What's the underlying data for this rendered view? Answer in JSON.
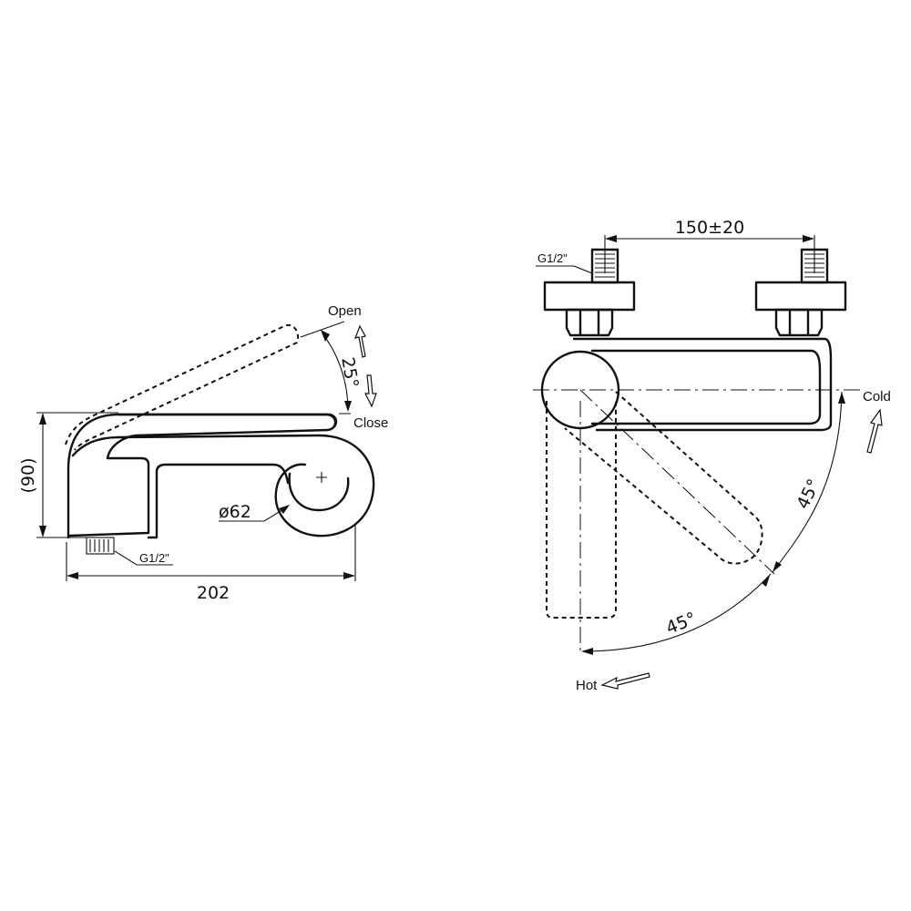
{
  "side_view": {
    "height_label": "(90)",
    "length_label": "202",
    "diameter_label": "ø62",
    "thread_label": "G1/2\"",
    "angle_label": "25°",
    "open_label": "Open",
    "close_label": "Close"
  },
  "top_view": {
    "spacing_label": "150±20",
    "thread_label": "G1/2\"",
    "angle_upper_label": "45°",
    "angle_lower_label": "45°",
    "cold_label": "Cold",
    "hot_label": "Hot"
  }
}
